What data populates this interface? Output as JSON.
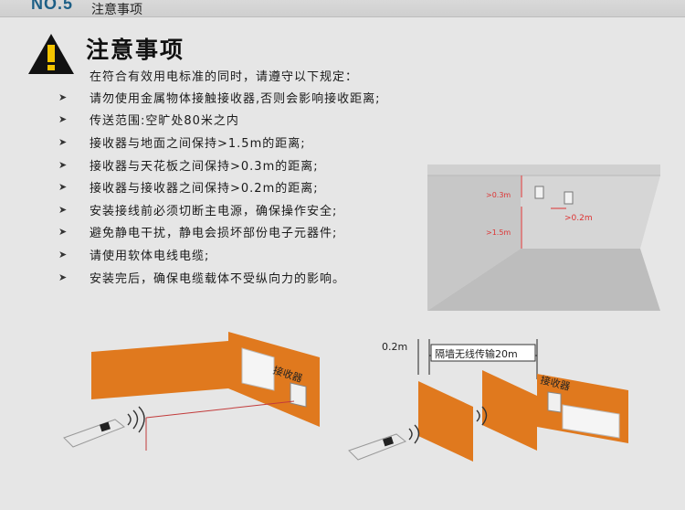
{
  "header": {
    "section_number": "NO.5",
    "section_title": "注意事项"
  },
  "main": {
    "title": "注意事项",
    "intro": "在符合有效用电标准的同时，请遵守以下规定：",
    "rules": [
      "请勿使用金属物体接触接收器,否则会影响接收距离;",
      "传送范围:空旷处80米之内",
      "接收器与地面之间保持>1.5m的距离;",
      "接收器与天花板之间保持>0.3m的距离;",
      "接收器与接收器之间保持>0.2m的距离;",
      "安装接线前必须切断主电源，确保操作安全;",
      "避免静电干扰，静电会损坏部份电子元器件;",
      "请使用软体电线电缆;",
      "安装完后，确保电缆载体不受纵向力的影响。"
    ]
  },
  "room_diagram": {
    "ceiling_gap": ">0.3m",
    "floor_gap": ">1.5m",
    "receiver_gap": ">0.2m"
  },
  "scene1": {
    "receiver_label": "接收器"
  },
  "scene2": {
    "gap_label": "0.2m",
    "wall_label": "隔墙无线传输20m",
    "receiver_label": "接收器"
  },
  "colors": {
    "orange": "#e0791e",
    "blue": "#1d5f86",
    "red_line": "#c23b3b"
  }
}
